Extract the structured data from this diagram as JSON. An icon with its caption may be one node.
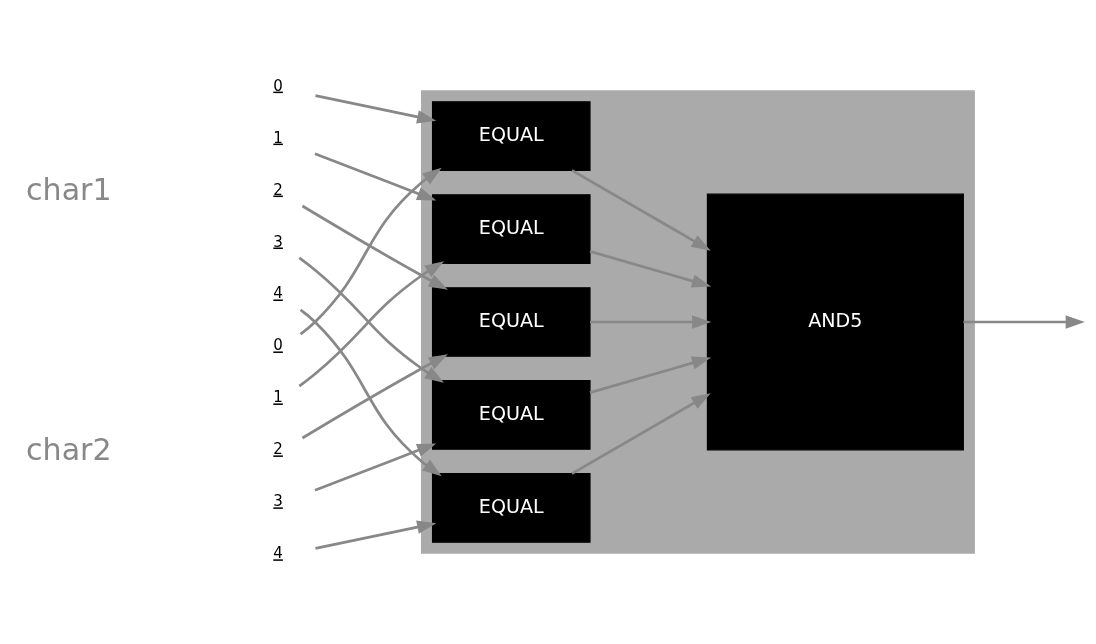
{
  "diagram": {
    "nodes": [
      {
        "text": [],
        "shape": "box"
      },
      {
        "text": [
          "EQUAL"
        ],
        "in": 0
      },
      {
        "text": [
          "EQUAL"
        ],
        "in": 0
      },
      {
        "text": [
          "EQUAL"
        ],
        "in": 0
      },
      {
        "text": [
          "EQUAL"
        ],
        "in": 0
      },
      {
        "text": [
          "EQUAL"
        ],
        "in": 0
      },
      {
        "text": [
          "AND5"
        ],
        "in": 0
      },
      {
        "text": [
          "0"
        ]
      },
      {
        "text": [
          "1"
        ]
      },
      {
        "text": [
          "2"
        ]
      },
      {
        "text": [
          "3"
        ]
      },
      {
        "text": [
          "4"
        ]
      },
      {
        "text": [
          "0"
        ]
      },
      {
        "text": [
          "1"
        ]
      },
      {
        "text": [
          "2"
        ]
      },
      {
        "text": [
          "3"
        ]
      },
      {
        "text": [
          "4"
        ]
      }
    ],
    "edges": [
      {
        "from": 7,
        "to": 1,
        "arrow": "to"
      },
      {
        "from": 12,
        "to": 1,
        "arrow": "to"
      },
      {
        "from": 8,
        "to": 2,
        "arrow": "to"
      },
      {
        "from": 13,
        "to": 2,
        "arrow": "to"
      },
      {
        "from": 9,
        "to": 3,
        "arrow": "to"
      },
      {
        "from": 14,
        "to": 3,
        "arrow": "to"
      },
      {
        "from": 10,
        "to": 4,
        "arrow": "to"
      },
      {
        "from": 15,
        "to": 4,
        "arrow": "to"
      },
      {
        "from": 11,
        "to": 5,
        "arrow": "to"
      },
      {
        "from": 16,
        "to": 5,
        "arrow": "to"
      },
      {
        "from": 1,
        "to": 6,
        "arrow": "to"
      },
      {
        "from": 2,
        "to": 6,
        "arrow": "to"
      },
      {
        "from": 3,
        "to": 6,
        "arrow": "to"
      },
      {
        "from": 4,
        "to": 6,
        "arrow": "to"
      },
      {
        "from": 5,
        "to": 6,
        "arrow": "to"
      },
      {
        "from": 6,
        "to": null,
        "arrow": "to"
      }
    ],
    "labels": [
      "char1",
      "char2"
    ]
  }
}
